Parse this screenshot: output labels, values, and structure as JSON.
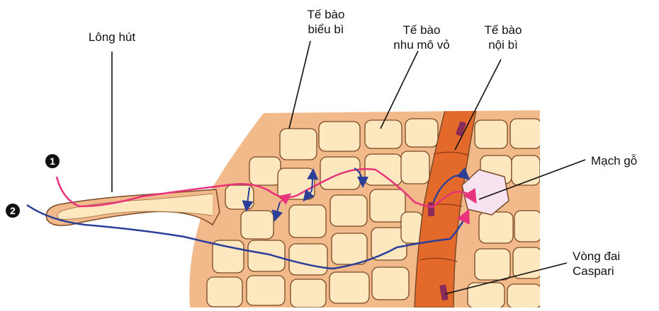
{
  "labels": {
    "root_hair": "Lông hút",
    "epidermis_line1": "Tế bào",
    "epidermis_line2": "biểu bì",
    "cortex_line1": "Tế bào",
    "cortex_line2": "nhu mô vỏ",
    "endodermis_line1": "Tế bào",
    "endodermis_line2": "nội bì",
    "xylem": "Mạch gỗ",
    "casparian_line1": "Vòng đai",
    "casparian_line2": "Caspari"
  },
  "paths": [
    {
      "marker": "1",
      "color": "#e8327c"
    },
    {
      "marker": "2",
      "color": "#2b3f98"
    }
  ],
  "colors": {
    "cell_wall": "#f2b98a",
    "cell_wall_stroke": "#7a4a26",
    "cell_interior": "#fde7bf",
    "endodermis": "#e36a2a",
    "xylem_interior": "#f7e3ef",
    "casparian_strip": "#8b2b5a"
  }
}
